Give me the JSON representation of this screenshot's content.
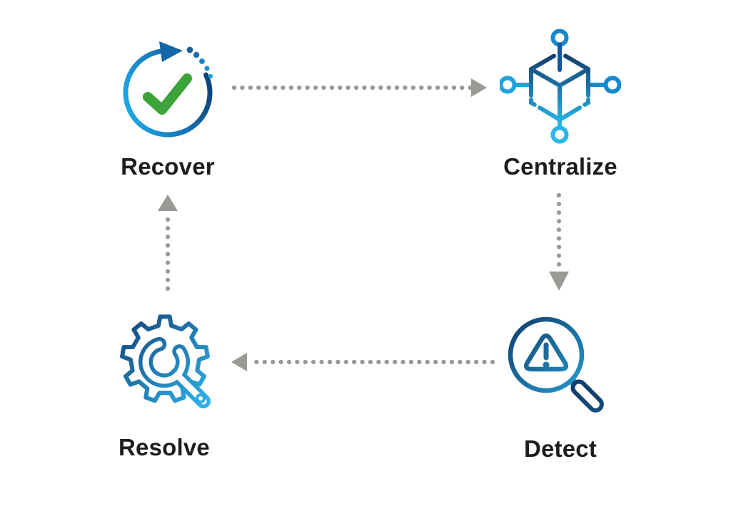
{
  "diagram": {
    "type": "cyclic-process",
    "background": "#ffffff",
    "nodes": [
      {
        "id": "recover",
        "label": "Recover",
        "icon": "recover-cycle-check-icon",
        "position": "top-left"
      },
      {
        "id": "centralize",
        "label": "Centralize",
        "icon": "centralize-network-cube-icon",
        "position": "top-right"
      },
      {
        "id": "detect",
        "label": "Detect",
        "icon": "detect-magnifier-alert-icon",
        "position": "bottom-right"
      },
      {
        "id": "resolve",
        "label": "Resolve",
        "icon": "resolve-gear-wrench-icon",
        "position": "bottom-left"
      }
    ],
    "flow": [
      {
        "from": "Recover",
        "to": "Centralize",
        "direction": "right",
        "style": "dotted-gray-arrow"
      },
      {
        "from": "Centralize",
        "to": "Detect",
        "direction": "down",
        "style": "dotted-gray-arrow"
      },
      {
        "from": "Detect",
        "to": "Resolve",
        "direction": "left",
        "style": "dotted-gray-arrow"
      },
      {
        "from": "Resolve",
        "to": "Recover",
        "direction": "up",
        "style": "dotted-gray-arrow"
      }
    ],
    "colors": {
      "icon_blue_light": "#29ABE2",
      "icon_blue_dark": "#123F6E",
      "check_green": "#3CA338",
      "arrow_gray": "#9A9A95",
      "label_text": "#1D1D1F"
    }
  }
}
